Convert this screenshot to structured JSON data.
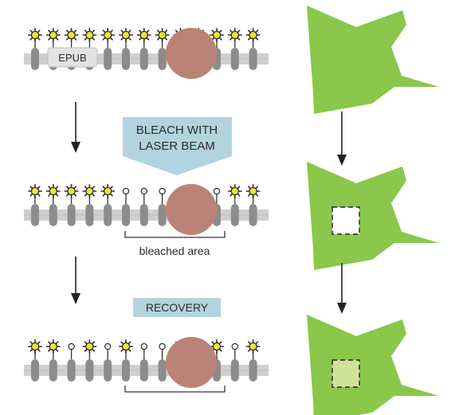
{
  "labels": {
    "epub": "EPUB",
    "bleach_line1": "BLEACH WITH",
    "bleach_line2": "LASER BEAM",
    "bleached_area": "bleached area",
    "recovery": "RECOVERY"
  },
  "colors": {
    "membrane": "#cfcfcf",
    "protein": "#8c8c8c",
    "fluor_fill": "#e8e832",
    "fluor_stroke": "#2e2e2e",
    "bleached_fill": "#ffffff",
    "cell": "#8ac74a",
    "nucleus": "#bb8377",
    "banner": "#b3d3df",
    "bleached_spot": "#ffffff",
    "recovered_spot": "#cfe29a",
    "arrow": "#222222"
  },
  "stages": [
    {
      "name": "before-bleach",
      "fluorophores": [
        "on",
        "on",
        "on",
        "on",
        "on",
        "on",
        "on",
        "on",
        "on",
        "on",
        "on",
        "on",
        "on"
      ]
    },
    {
      "name": "after-bleach",
      "fluorophores": [
        "on",
        "on",
        "on",
        "on",
        "on",
        "off",
        "off",
        "off",
        "off",
        "off",
        "off",
        "on",
        "on"
      ]
    },
    {
      "name": "after-recovery",
      "fluorophores": [
        "on",
        "on",
        "off",
        "on",
        "off",
        "on",
        "off",
        "off",
        "on",
        "off",
        "on",
        "off",
        "on"
      ]
    }
  ],
  "cell_spots": [
    "none",
    "bleached",
    "recovered"
  ]
}
